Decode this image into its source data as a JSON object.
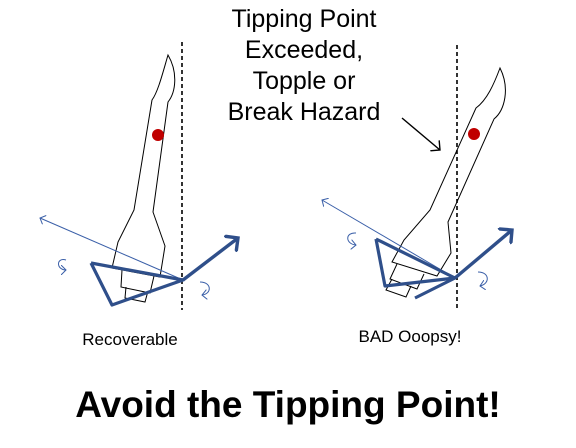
{
  "annotation": {
    "lines": [
      "Tipping Point",
      "Exceeded,",
      "Topple or",
      "Break Hazard"
    ]
  },
  "panels": {
    "left_caption": "Recoverable",
    "right_caption": "BAD Ooopsy!"
  },
  "headline": "Avoid the Tipping Point!",
  "colors": {
    "outline": "#000000",
    "force_arrow": "#2f4f8a",
    "thin_arrow": "#3a5fa8",
    "center_of_mass": "#c00000"
  }
}
